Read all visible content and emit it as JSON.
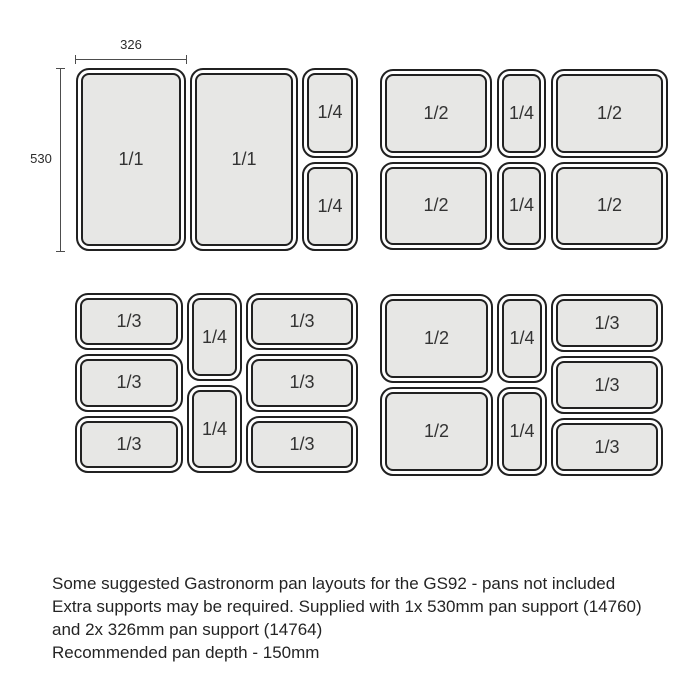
{
  "dimensions": {
    "width_label": "326",
    "height_label": "530"
  },
  "groups": {
    "top_left": {
      "full_pans": [
        "1/1",
        "1/1"
      ],
      "quarter_pans": [
        "1/4",
        "1/4"
      ]
    },
    "top_right": {
      "left_pans": [
        "1/2",
        "1/2"
      ],
      "middle_pans": [
        "1/4",
        "1/4"
      ],
      "right_pans": [
        "1/2",
        "1/2"
      ]
    },
    "bottom_left": {
      "left_pans": [
        "1/3",
        "1/3",
        "1/3"
      ],
      "middle_pans": [
        "1/4",
        "1/4"
      ],
      "right_pans": [
        "1/3",
        "1/3",
        "1/3"
      ]
    },
    "bottom_right": {
      "left_pans": [
        "1/2",
        "1/2"
      ],
      "middle_pans": [
        "1/4",
        "1/4"
      ],
      "right_pans": [
        "1/3",
        "1/3",
        "1/3"
      ]
    }
  },
  "notes": {
    "line1": "Some suggested Gastronorm pan layouts for the GS92 - pans not included",
    "line2": "Extra supports may be required. Supplied with 1x 530mm pan support (14760)",
    "line3": "and 2x 326mm pan support (14764)",
    "line4": "Recommended pan depth - 150mm"
  },
  "colors": {
    "pan_fill": "#e7e7e5",
    "pan_border": "#212121",
    "dimension_line": "#4d4d4d",
    "text": "#242424"
  }
}
